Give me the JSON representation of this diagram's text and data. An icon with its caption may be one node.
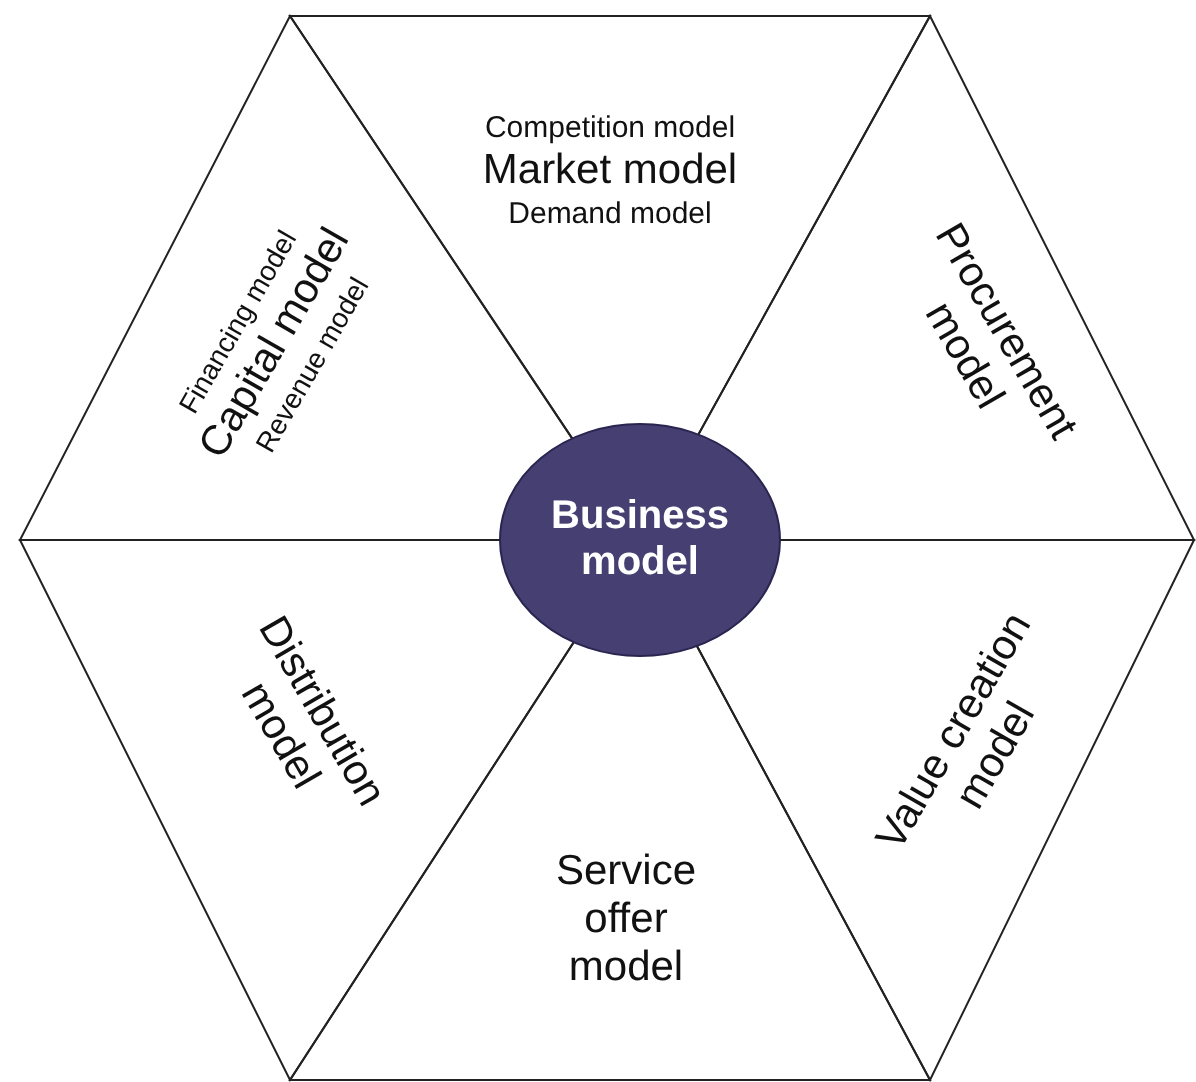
{
  "diagram": {
    "nodes": [
      {
        "text": [
          "Competition model",
          "Market model",
          "Demand model"
        ]
      },
      {
        "text": [
          "Financing model",
          "Capital model",
          "Revenue model"
        ]
      },
      {
        "text": [
          "Procurement model"
        ]
      },
      {
        "text": [
          "Business model"
        ]
      },
      {
        "text": [
          "Distribution model"
        ]
      },
      {
        "text": [
          "Value creation model"
        ]
      },
      {
        "text": [
          "Service offer model"
        ]
      }
    ]
  }
}
